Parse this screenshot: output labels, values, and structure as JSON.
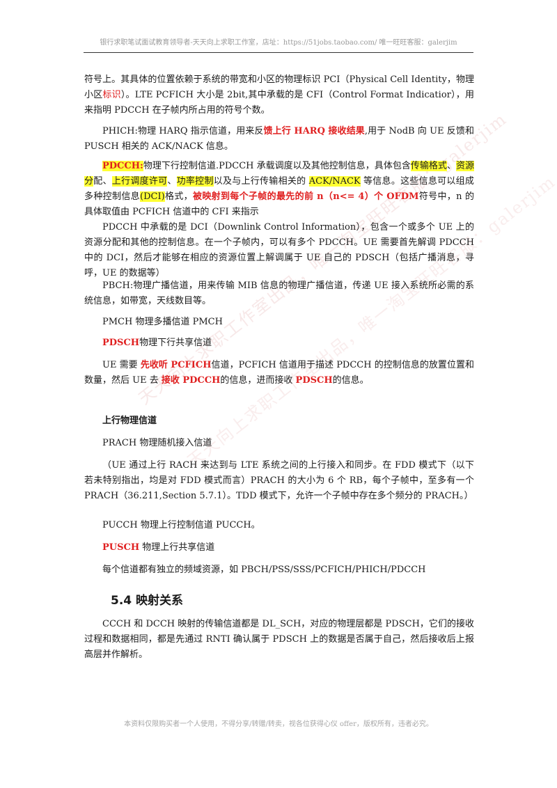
{
  "header": "银行求职笔试面试教育领导者-天天向上求职工作室，店址：https://51jobs.taobao.com/ 唯一旺旺客服：galerjim",
  "footer": "本资料仅限购买者一个人使用，不得分享/转赠/转卖，视各位获得心仪 offer，版权所有，违者必究。",
  "watermark": "天天向上求职工作室出品，唯一淘宝旺旺客服：galerjim",
  "p1": {
    "a": "符号上。其具体的位置依赖于系统的带宽和小区的物理标识 PCI（Physical Cell Identity，物理小区",
    "b": "标识",
    "c": "）。LTE PCFICH 大小是 2bit,其中承载的是 CFI（Control Format Indicatior），用来指明 PDCCH 在子帧内所占用的符号个数。"
  },
  "p2": {
    "a": "PHICH:物理 HARQ 指示信道，用来反",
    "b": "馈上行 HARQ 接收结果",
    "c": ",用于 NodB 向 UE 反馈和 PUSCH 相关的 ACK/NACK 信息。"
  },
  "p3": {
    "a": "PDCCH:",
    "b": "物理下行控制信道.PDCCH 承载调度以及其他控制信息，具体包含",
    "c": "传输格式",
    "d": "、",
    "e": "资源分",
    "f": "配、",
    "g": "上行调度许可",
    "h": "、",
    "i": "功率控制",
    "j": "以及与上行传输相关的 ",
    "k": "ACK/NACK",
    "l": " 等信息。这些信息可以组成多种控制信息",
    "m": "(DCI)",
    "n": "格式，",
    "o": "被映射到每个子帧的最先的前 n（n<= 4）个 OFDM",
    "p": "符号中，n 的具体取值由 PCFICH 信道中的 CFI 来指示"
  },
  "p4": "PDCCH 中承载的是 DCI（Downlink Control Information），包含一个或多个 UE 上的资源分配和其他的控制信息。在一个子帧内，可以有多个 PDCCH。UE 需要首先解调 PDCCH 中的 DCI，然后才能够在相应的资源位置上解调属于 UE 自己的 PDSCH（包括广播消息，寻呼，UE 的数据等）",
  "p5": "PBCH:物理广播信道，用来传输 MIB 信息的物理广播信道，传递 UE 接入系统所必需的系统信息，如带宽，天线数目等。",
  "p6": "PMCH 物理多播信道 PMCH",
  "p7": {
    "a": "PDSCH",
    "b": "物理下行共享信道"
  },
  "p8": {
    "a": "UE 需要 ",
    "b": "先收听 PCFICH",
    "c": "信道，PCFICH 信道用于描述 PDCCH 的控制信息的放置位置和数量，然后 UE 去 ",
    "d": "接收 PDCCH",
    "e": "的信息，进而接收 ",
    "f": "PDSCH",
    "g": "的信息。"
  },
  "h_uplink": "上行物理信道",
  "p9": "PRACH 物理随机接入信道",
  "p10": "（UE 通过上行 RACH 来达到与 LTE 系统之间的上行接入和同步。在 FDD 模式下（以下若未特别指出，均是对 FDD 模式而言）PRACH 的大小为 6 个 RB，每个子帧中，至多有一个 PRACH（36.211,Section 5.7.1）。TDD 模式下，允许一个子帧中存在多个频分的 PRACH。）",
  "p11": "PUCCH 物理上行控制信道 PUCCH。",
  "p12": {
    "a": "PUSCH",
    "b": " 物理上行共享信道"
  },
  "p13": "每个信道都有独立的频域资源，如 PBCH/PSS/SSS/PCFICH/PHICH/PDCCH",
  "h_section": "5.4 映射关系",
  "p14": "CCCH 和 DCCH 映射的传输信道都是 DL_SCH，对应的物理层都是 PDSCH，它们的接收过程和数据相同，都是先通过 RNTI 确认属于 PDSCH 上的数据是否属于自己，然后接收后上报高层并作解析。"
}
